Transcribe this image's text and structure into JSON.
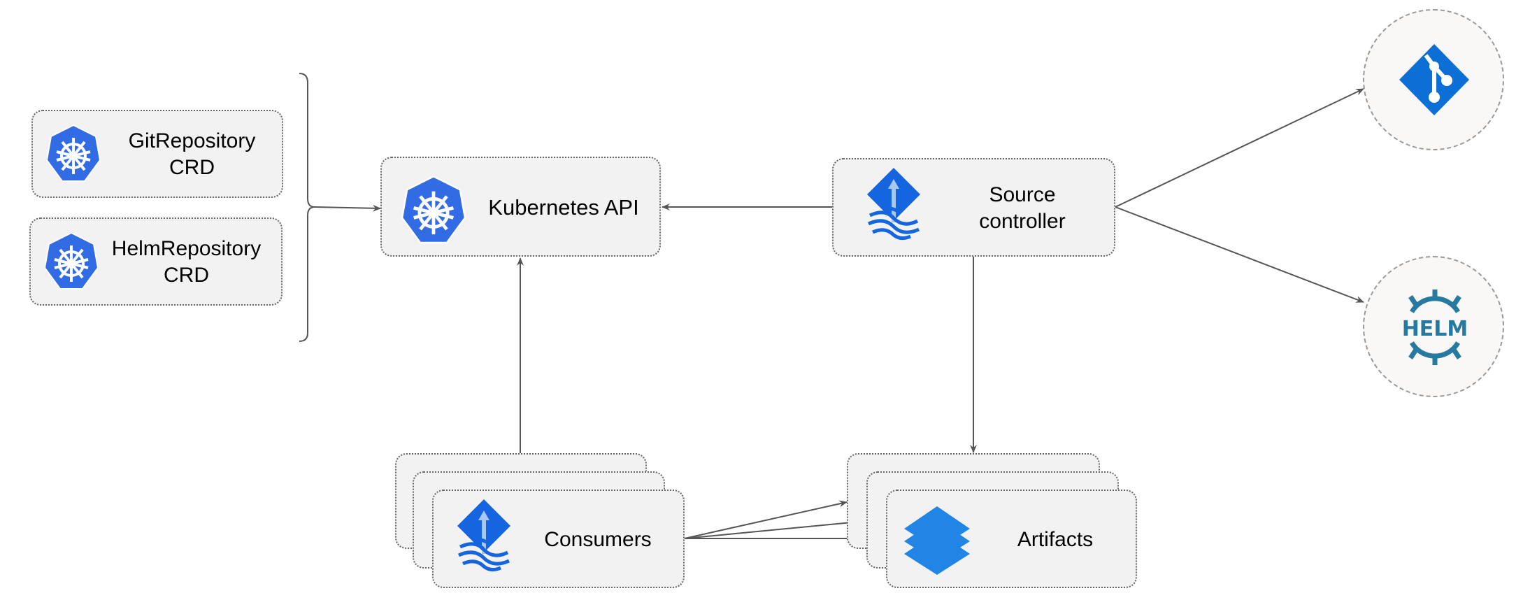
{
  "nodes": {
    "git_repository_crd": {
      "label_line1": "GitRepository",
      "label_line2": "CRD",
      "icon": "kubernetes-icon"
    },
    "helm_repository_crd": {
      "label_line1": "HelmRepository",
      "label_line2": "CRD",
      "icon": "kubernetes-icon"
    },
    "kubernetes_api": {
      "label": "Kubernetes API",
      "icon": "kubernetes-icon"
    },
    "source_controller": {
      "label_line1": "Source",
      "label_line2": "controller",
      "icon": "flux-icon"
    },
    "consumers": {
      "label": "Consumers",
      "icon": "flux-icon"
    },
    "artifacts": {
      "label": "Artifacts",
      "icon": "layers-icon"
    },
    "git": {
      "icon": "git-icon"
    },
    "helm": {
      "icon": "helm-icon",
      "logo_text": "HELM"
    }
  },
  "colors": {
    "kubernetes": "#326ce5",
    "flux": "#1565e0",
    "git": "#0b6fd6",
    "helm": "#277a9f",
    "artifacts": "#2185e6",
    "edge": "#555555",
    "box_fill": "#f2f2f2"
  }
}
